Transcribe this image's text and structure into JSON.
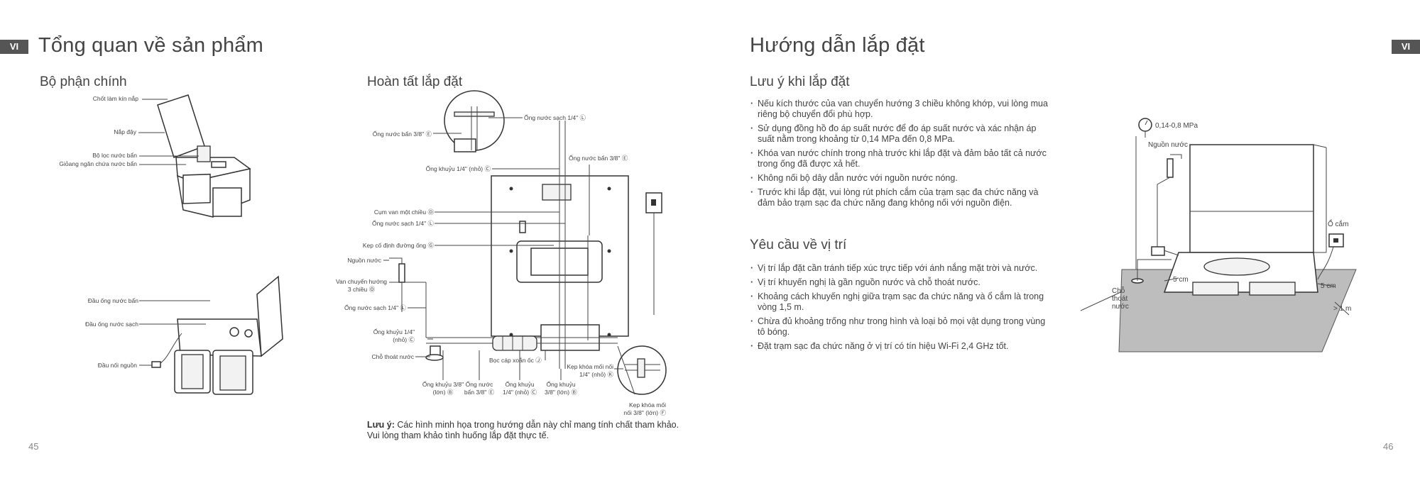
{
  "left_page": {
    "lang_tab": "VI",
    "title": "Tổng quan về sản phẩm",
    "parts_heading": "Bộ phận chính",
    "parts_top": [
      "Chốt làm kín nắp",
      "Nắp đậy",
      "Bộ lọc nước bẩn",
      "Giỏang ngăn chứa nước bẩn"
    ],
    "parts_bottom": [
      "Đầu ống nước bẩn",
      "Đầu ống nước sạch",
      "Đầu nối nguồn"
    ],
    "install_heading": "Hoàn tất lắp đặt",
    "install_labels": {
      "dirty_pipe_top": "Ống nước bẩn 3/8\" Ⓔ",
      "clean_pipe_top": "Ống nước sạch 1/4\" Ⓛ",
      "elbow_small": "Ống khuỷu 1/4\" (nhỏ) Ⓒ",
      "dirty_pipe_right": "Ống nước bẩn 3/8\" Ⓔ",
      "check_valve": "Cụm van một chiều Ⓓ",
      "clean_pipe_mid": "Ống nước sạch 1/4\" Ⓛ",
      "pipe_clamp": "Kẹp cố định đường ống Ⓖ",
      "water_source": "Nguồn nước",
      "three_way_valve": "Van chuyển hướng 3 chiều Ⓞ",
      "clean_pipe_low": "Ống nước sạch 1/4\" Ⓛ",
      "elbow_small_2": "Ống khuỷu 1/4\" (nhỏ) Ⓒ",
      "drain": "Chỗ thoát nước",
      "spiral_wrap": "Bọc cáp xoắn ốc Ⓙ",
      "joint_clamp_small": "Kẹp khóa mối nối 1/4\" (nhỏ) Ⓚ",
      "joint_clamp_large": "Kẹp khóa mối nối 3/8\" (lớn) Ⓕ",
      "bottom_1": "Ống khuỷu 3/8\" (lớn) Ⓑ",
      "bottom_2": "Ống nước bẩn 3/8\" Ⓔ",
      "bottom_3": "Ống khuỷu 1/4\" (nhỏ) Ⓒ",
      "bottom_4": "Ống khuỷu 3/8\" (lớn) Ⓑ"
    },
    "note_label": "Lưu ý:",
    "note_text": "Các hình minh họa trong hướng dẫn này chỉ mang tính chất tham khảo. Vui lòng tham khảo tình huống lắp đặt thực tế.",
    "page_number": "45"
  },
  "right_page": {
    "lang_tab": "VI",
    "title": "Hướng dẫn lắp đặt",
    "notes_heading": "Lưu ý khi lắp đặt",
    "notes": [
      "Nếu kích thước của van chuyển hướng 3 chiều không khớp, vui lòng mua riêng bộ chuyển đổi phù hợp.",
      "Sử dụng đồng hồ đo áp suất nước để đo áp suất nước và xác nhận áp suất nằm trong khoảng từ 0,14 MPa đến 0,8 MPa.",
      "Khóa van nước chính trong nhà trước khi lắp đặt và đảm bảo tất cả nước trong ống đã được xả hết.",
      "Không nối bộ dây dẫn nước với nguồn nước nóng.",
      "Trước khi lắp đặt, vui lòng rút phích cắm của trạm sạc đa chức năng và đảm bảo trạm sạc đa chức năng đang không nối với nguồn điện."
    ],
    "position_heading": "Yêu cầu về vị trí",
    "position": [
      "Vị trí lắp đặt cần tránh tiếp xúc trực tiếp với ánh nắng mặt trời và nước.",
      "Vị trí khuyến nghị là gần nguồn nước và chỗ thoát nước.",
      "Khoảng cách khuyến nghị giữa trạm sạc đa chức năng và ổ cắm là trong vòng 1,5 m.",
      "Chừa đủ khoảng trống như trong hình và loại bỏ mọi vật dụng trong vùng tô bóng.",
      "Đặt trạm sạc đa chức năng ở vị trí có tín hiệu Wi-Fi 2,4 GHz tốt."
    ],
    "figure_labels": {
      "pressure": "0,14-0,8 MPa",
      "water_source": "Nguồn nước",
      "socket": "Ổ cắm",
      "drain": "Chỗ thoát nước",
      "gap_left": "5 cm",
      "gap_right": "5 cm",
      "gap_front": "> 1 m"
    },
    "page_number": "46"
  }
}
